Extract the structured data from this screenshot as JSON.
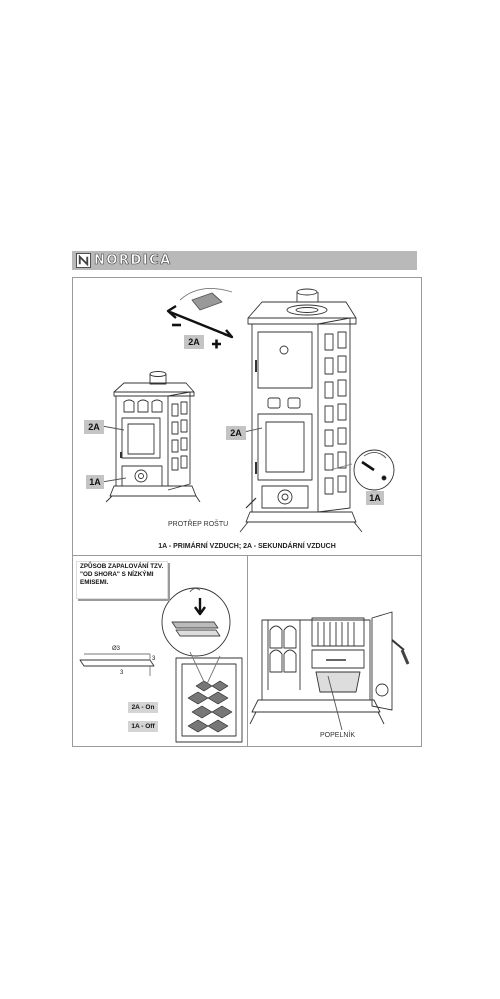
{
  "brand": {
    "name": "NORDICA"
  },
  "labels": {
    "air_2a": "2A",
    "air_1a": "1A",
    "grate": "PROTŘEP ROŠTU",
    "air_caption": "1A - PRIMÁRNÍ VZDUCH;  2A - SEKUNDÁRNÍ VZDUCH",
    "mode_title": "ZPŮSOB ZAPALOVÁNÍ TZV. \"OD SHORA\" S NÍZKÝMI EMISEMI.",
    "on_label": "2A - On",
    "off_label": "1A - Off",
    "ash_pan": "POPELNÍK",
    "dimension_d": "Ø3",
    "dim_3a": "3",
    "dim_3b": "3"
  },
  "colors": {
    "header_bg": "#b9b9b9",
    "tag_bg": "#c4c4c4",
    "line": "#333333"
  }
}
